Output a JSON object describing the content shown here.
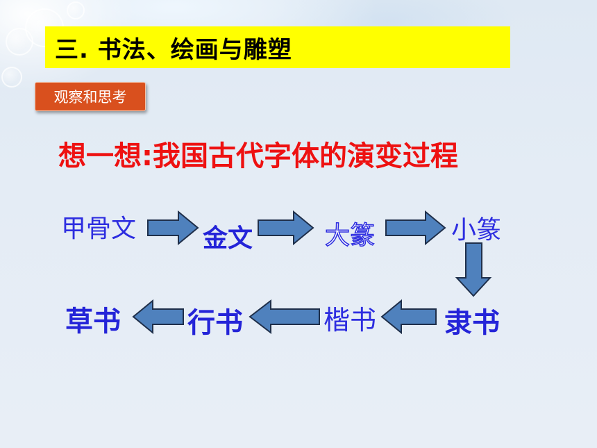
{
  "title": "三. 书法、绘画与雕塑",
  "badge": "观察和思考",
  "question": "想一想:我国古代字体的演变过程",
  "diagram": {
    "row1": [
      "甲骨文",
      "金文",
      "大篆",
      "小篆"
    ],
    "row2": [
      "草书",
      "行书",
      "楷书",
      "隶书"
    ]
  },
  "colors": {
    "title_bg": "#ffff00",
    "badge_bg": "#d9501e",
    "question": "#ee1111",
    "text_blue": "#2d2de0",
    "arrow_fill": "#4f81bd",
    "arrow_stroke": "#1f2f4a"
  }
}
